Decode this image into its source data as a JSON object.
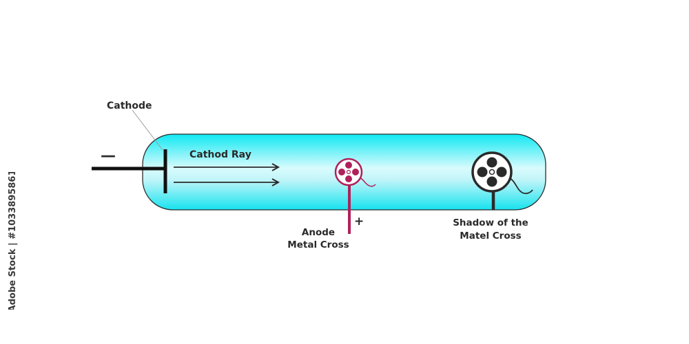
{
  "labels": {
    "cathode": "Cathode",
    "cathode_ray": "Cathod Ray",
    "minus_sign": "—",
    "plus_sign": "+",
    "anode_line1": "Anode",
    "anode_line2": "Metal Cross",
    "shadow_line1": "Shadow of the",
    "shadow_line2": "Matel Cross"
  },
  "watermark": {
    "side_text": "Adobe Stock | #1033895861"
  },
  "colors": {
    "tube_fill_top": "#0fe8f2",
    "tube_fill_mid": "#c6f7fb",
    "tube_fill_bottom": "#1fe6f0",
    "cathode": "#111111",
    "anode": "#b0205a",
    "shadow": "#2a2a2a"
  }
}
